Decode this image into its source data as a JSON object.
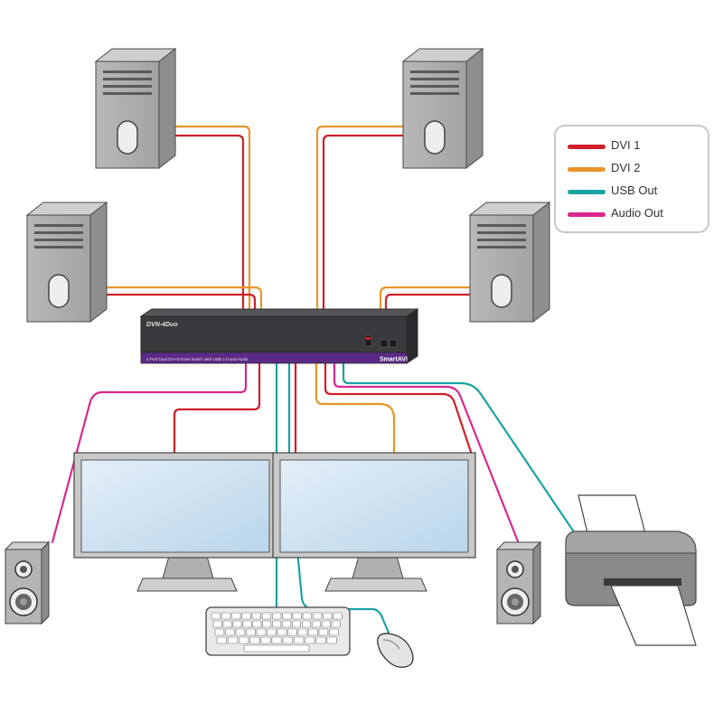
{
  "switch": {
    "model": "DVN-4Duo",
    "description": "4 Port Dual DVI-D KVM Switch with USB 2.0 and Audio",
    "brand": "SmartAVI"
  },
  "legend": {
    "items": [
      {
        "label": "DVI 1",
        "color": "#d0202a"
      },
      {
        "label": "DVI 2",
        "color": "#e8952a"
      },
      {
        "label": "USB Out",
        "color": "#1aa3a3"
      },
      {
        "label": "Audio Out",
        "color": "#d8288e"
      }
    ]
  },
  "colors": {
    "dvi1": "#d0202a",
    "dvi2": "#e8952a",
    "usb": "#1aa3a3",
    "audio": "#d8288e",
    "switch_body": "#3a3a3e",
    "switch_strip": "#5b2a86",
    "device_gray": "#9a9a9a",
    "screen": "#cfe3f2"
  },
  "icons": [
    "computer-tower-icon",
    "monitor-icon",
    "speaker-icon",
    "keyboard-icon",
    "mouse-icon",
    "printer-icon",
    "kvm-switch-icon"
  ]
}
